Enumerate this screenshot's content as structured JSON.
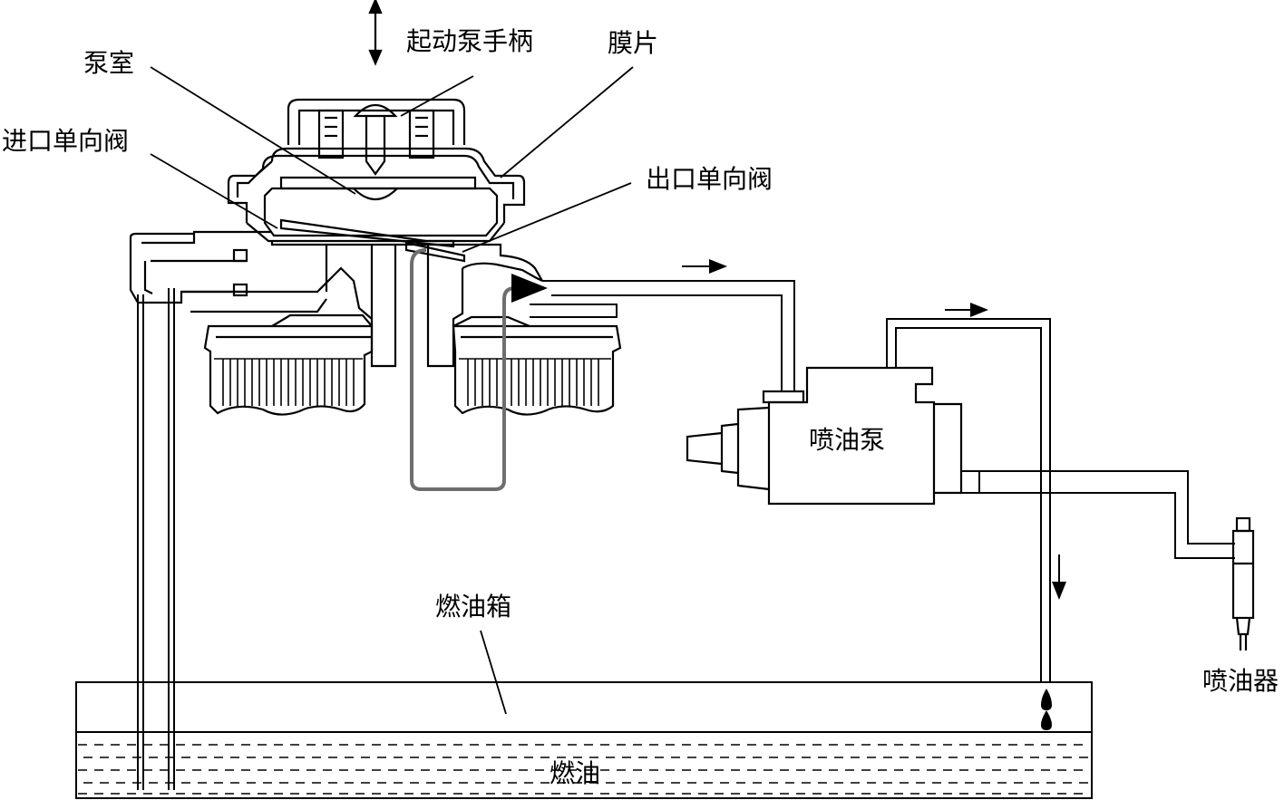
{
  "labels": {
    "handle": "起动泵手柄",
    "chamber": "泵室",
    "diaphragm": "膜片",
    "inlet_valve": "进口单向阀",
    "outlet_valve": "出口单向阀",
    "injection_pump": "喷油泵",
    "injector": "喷油器",
    "fuel_tank": "燃油箱",
    "fuel": "燃油"
  },
  "colors": {
    "line": "#000000",
    "flow_path": "#6e6e6e"
  },
  "icons": {
    "handle_motion": "double-arrow-vertical-icon",
    "flow_out": "arrow-right-icon",
    "return_flow": "arrow-down-icon",
    "drip": "fuel-drop-icon"
  }
}
